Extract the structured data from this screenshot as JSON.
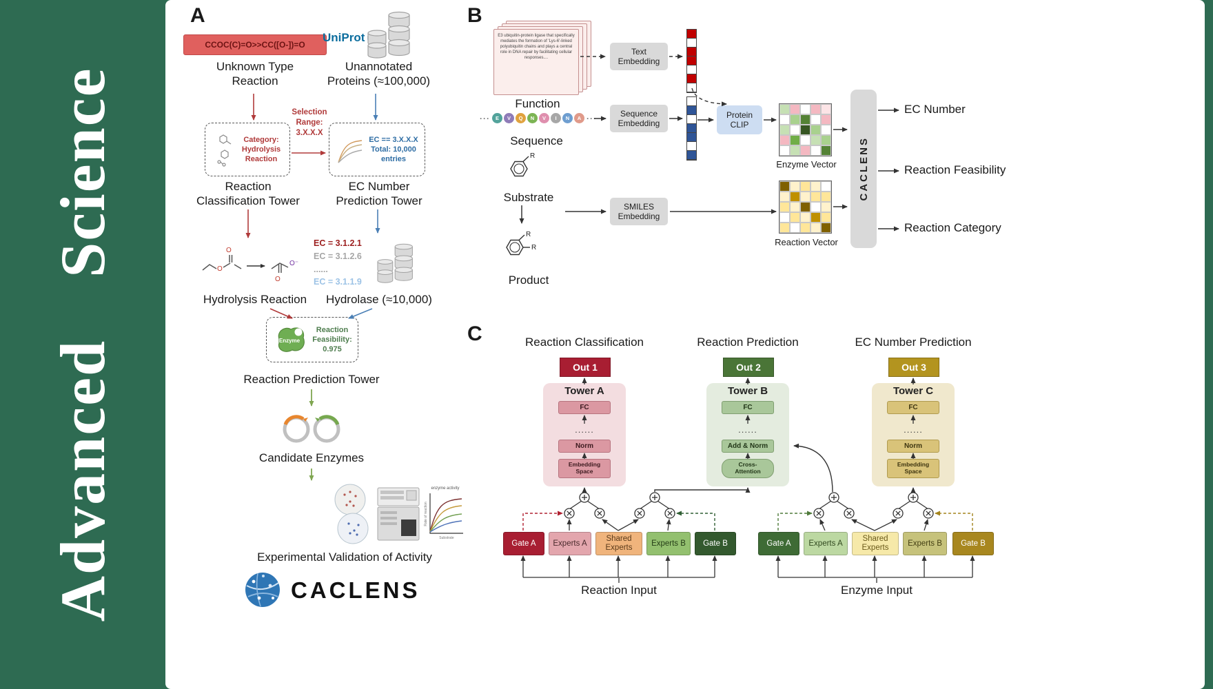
{
  "journal": {
    "word1": "Advanced",
    "word2": "Science"
  },
  "panel_a": {
    "label": "A",
    "smiles": "CCOC(C)=O>>CC([O-])=O",
    "unknown_type": "Unknown Type\nReaction",
    "uniprot": "UniProt",
    "unannotated": "Unannotated\nProteins (≈100,000)",
    "selection_range": "Selection\nRange:\n3.X.X.X",
    "category_box": "Category:\nHydrolysis\nReaction",
    "ec_box": "EC == 3.X.X.X\nTotal: 10,000\nentries",
    "classification_tower": "Reaction\nClassification Tower",
    "ec_prediction_tower": "EC Number\nPrediction Tower",
    "hydrolysis_reaction": "Hydrolysis Reaction",
    "ec_list": [
      "EC = 3.1.2.1",
      "EC = 3.1.2.6",
      "......",
      "EC = 3.1.1.9"
    ],
    "hydrolase": "Hydrolase (≈10,000)",
    "enzyme": "Enzyme",
    "feasibility": "Reaction\nFeasibility:\n0.975",
    "prediction_tower": "Reaction Prediction Tower",
    "candidate_enzymes": "Candidate Enzymes",
    "validation": "Experimental Validation of Activity",
    "logo_text": "CACLENS",
    "chem_o": "O",
    "chem_o_minus": "O⁻",
    "plot": {
      "annotation": "enzyme activity",
      "ylabel": "Rate of reaction",
      "xlabel": "Substrate"
    }
  },
  "panel_b": {
    "label": "B",
    "function_card": "E3 ubiquitin-protein ligase that specifically mediates the formation of 'Lys-6'-linked polyubiquitin chains and plays a central role in DNA repair by facilitating cellular responses....",
    "function_label": "Function",
    "text_embedding": "Text\nEmbedding",
    "sequence_label": "Sequence",
    "sequence_ellipsis": "···",
    "sequence_residues": [
      {
        "letter": "E",
        "color": "#52a39b"
      },
      {
        "letter": "V",
        "color": "#8f7cb8"
      },
      {
        "letter": "Q",
        "color": "#e0a23e"
      },
      {
        "letter": "N",
        "color": "#7cb454"
      },
      {
        "letter": "V",
        "color": "#df8fae"
      },
      {
        "letter": "I",
        "color": "#a7a7a7"
      },
      {
        "letter": "N",
        "color": "#6e9ed0"
      },
      {
        "letter": "A",
        "color": "#e09a8a"
      }
    ],
    "sequence_embedding": "Sequence\nEmbedding",
    "protein_clip": "Protein\nCLIP",
    "enzyme_vector_label": "Enzyme Vector",
    "substrate_label": "Substrate",
    "product_label": "Product",
    "r_group": "R",
    "smiles_embedding": "SMILES\nEmbedding",
    "reaction_vector_label": "Reaction Vector",
    "caclens_bar": "CACLENS",
    "outputs": [
      "EC Number",
      "Reaction Feasibility",
      "Reaction Category"
    ],
    "text_vector_cells": [
      "#c00000",
      "#ffffff",
      "#c00000",
      "#c00000",
      "#ffffff",
      "#c00000",
      "#ffffff"
    ],
    "sequence_vector_cells": [
      "#ffffff",
      "#2f5597",
      "#ffffff",
      "#2f5597",
      "#2f5597",
      "#ffffff",
      "#2f5597"
    ],
    "enzyme_vector_cells": [
      [
        "#c6e0b4",
        "#f4b8c1",
        "#ffffff",
        "#f4b8c1",
        "#fce4e6"
      ],
      [
        "#ffffff",
        "#a9d18e",
        "#548235",
        "#ffffff",
        "#f4b8c1"
      ],
      [
        "#c6e0b4",
        "#ffffff",
        "#375623",
        "#a9d18e",
        "#ffffff"
      ],
      [
        "#f4b8c1",
        "#70ad47",
        "#ffffff",
        "#c6e0b4",
        "#a9d18e"
      ],
      [
        "#ffffff",
        "#c6e0b4",
        "#f4b8c1",
        "#ffffff",
        "#548235"
      ]
    ],
    "reaction_vector_cells": [
      [
        "#7f6000",
        "#fff2cc",
        "#ffe699",
        "#fff2cc",
        "#ffffff"
      ],
      [
        "#fff2cc",
        "#bf9000",
        "#fff2cc",
        "#ffe699",
        "#ffe699"
      ],
      [
        "#ffe699",
        "#fff2cc",
        "#7f6000",
        "#ffffff",
        "#fff2cc"
      ],
      [
        "#ffffff",
        "#ffe699",
        "#fff2cc",
        "#bf9000",
        "#ffe699"
      ],
      [
        "#ffe699",
        "#ffffff",
        "#ffe699",
        "#fff2cc",
        "#7f6000"
      ]
    ]
  },
  "panel_c": {
    "label": "C",
    "columns": [
      {
        "title": "Reaction Classification",
        "out": "Out 1",
        "tower": "Tower A",
        "layers": [
          "FC",
          "......",
          "Norm",
          "Embedding\nSpace"
        ]
      },
      {
        "title": "Reaction Prediction",
        "out": "Out 2",
        "tower": "Tower B",
        "layers": [
          "FC",
          "......",
          "Add & Norm",
          "Cross-\nAttention"
        ]
      },
      {
        "title": "EC Number Prediction",
        "out": "Out 3",
        "tower": "Tower C",
        "layers": [
          "FC",
          "......",
          "Norm",
          "Embedding\nSpace"
        ]
      }
    ],
    "reaction_experts": [
      "Gate A",
      "Experts A",
      "Shared\nExperts",
      "Experts B",
      "Gate B"
    ],
    "enzyme_experts": [
      "Gate A",
      "Experts A",
      "Shared\nExperts",
      "Experts B",
      "Gate B"
    ],
    "reaction_input": "Reaction Input",
    "enzyme_input": "Enzyme Input"
  },
  "colors": {
    "sidebar_green": "#2e6b52",
    "arrow_red": "#b03a3a",
    "arrow_blue": "#4a7fb5",
    "arrow_green": "#7fa651",
    "out1": "#a81e32",
    "out2": "#4a7537",
    "out3": "#b3941f",
    "gate_crimson": "#a81e32",
    "experts_pink": "#e3a6ad",
    "shared_orange": "#f0b47c",
    "experts_green": "#93c06f",
    "gate_dark_green": "#33592e",
    "gate_forest": "#3e6b35",
    "experts_light_green": "#bcd8a2",
    "shared_light_yellow": "#f6e9a9",
    "experts_olive": "#c6c27b",
    "gate_gold": "#a8871f"
  }
}
